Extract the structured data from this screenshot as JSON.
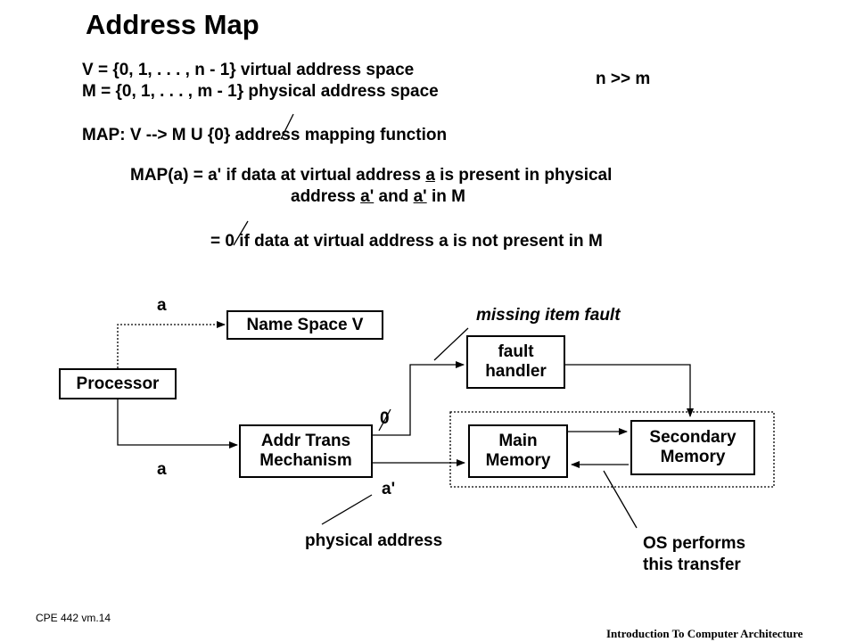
{
  "title": "Address Map",
  "defs": {
    "v_line": "V = {0, 1, . . . , n - 1}   virtual address space",
    "m_line": "M = {0, 1, . . . , m - 1}  physical address space",
    "n_gg_m": "n >> m",
    "map_line": "MAP:  V --> M  U  {0}  address mapping function",
    "map_a_prefix": "MAP(a)  =  a'  if data at virtual address ",
    "map_a_var": "a",
    "map_a_suffix": " is present in physical",
    "addr_prefix": "address ",
    "addr_a1": "a'",
    "addr_mid": "  and  ",
    "addr_a2": "a'",
    "addr_suffix": " in M",
    "zero_line": "=  0  if data at virtual address a is not present in M"
  },
  "diagram": {
    "processor": "Processor",
    "name_space": "Name Space V",
    "addr_trans_1": "Addr Trans",
    "addr_trans_2": "Mechanism",
    "fault_handler_1": "fault",
    "fault_handler_2": "handler",
    "main_memory_1": "Main",
    "main_memory_2": "Memory",
    "secondary_memory_1": "Secondary",
    "secondary_memory_2": "Memory",
    "label_a_top": "a",
    "label_a_bottom": "a",
    "label_zero": "0",
    "label_a_prime": "a'",
    "missing_item_fault": "missing item fault",
    "physical_address": "physical address",
    "os_performs_1": "OS performs",
    "os_performs_2": "this transfer"
  },
  "footer": {
    "course": "CPE 442  vm.14",
    "subject": "Introduction To Computer Architecture"
  }
}
